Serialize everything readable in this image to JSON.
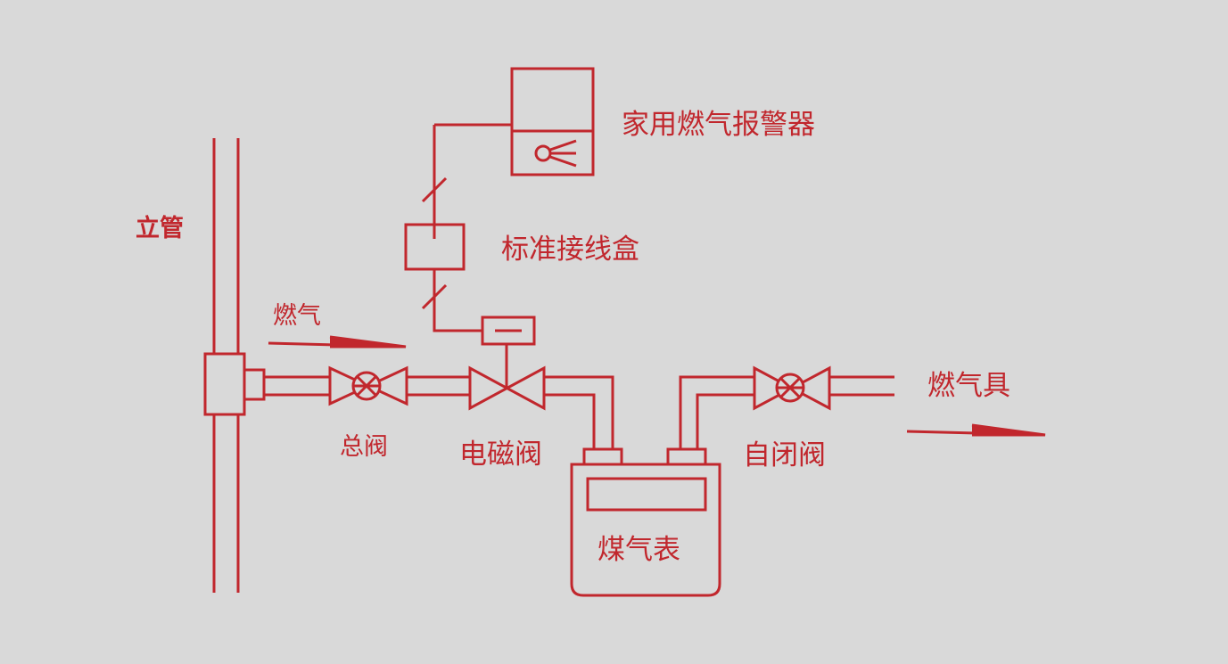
{
  "labels": {
    "alarm": "家用燃气报警器",
    "junction_box": "标准接线盒",
    "riser": "立管",
    "gas_in": "燃气",
    "main_valve": "总阀",
    "solenoid_valve": "电磁阀",
    "gas_meter": "煤气表",
    "self_closing_valve": "自闭阀",
    "gas_appliance": "燃气具"
  },
  "colors": {
    "line": "#c1272d",
    "background": "#d9d9d9"
  }
}
